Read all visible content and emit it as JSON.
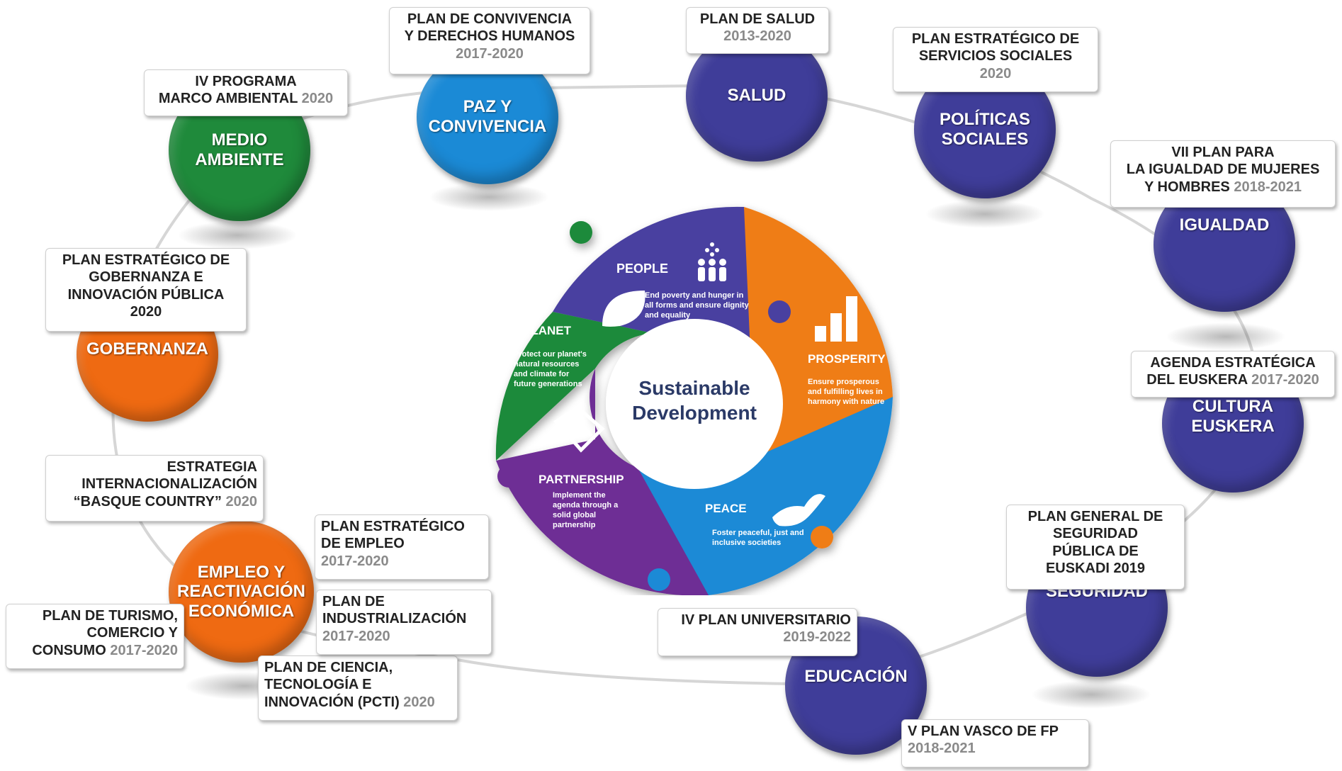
{
  "center": {
    "title_line1": "Sustainable",
    "title_line2": "Development"
  },
  "wheel": {
    "people": {
      "label": "PEOPLE",
      "desc": [
        "End poverty and hunger in",
        "all forms and ensure dignity",
        "and equality"
      ],
      "color": "#4a3fa0",
      "icon": "people-icon"
    },
    "prosperity": {
      "label": "PROSPERITY",
      "desc": [
        "Ensure prosperous",
        "and fulfilling lives in",
        "harmony with nature"
      ],
      "color": "#ef7d16",
      "icon": "bar-chart-icon"
    },
    "peace": {
      "label": "PEACE",
      "desc": [
        "Foster peaceful, just and",
        "inclusive societies"
      ],
      "color": "#1b8ad6",
      "icon": "dove-icon"
    },
    "partnership": {
      "label": "PARTNERSHIP",
      "desc": [
        "Implement the",
        "agenda through a",
        "solid global",
        "partnership"
      ],
      "color": "#6e2e95",
      "icon": "handshake-icon"
    },
    "planet": {
      "label": "PLANET",
      "desc": [
        "Protect our planet's",
        "natural resources",
        "and climate for",
        "future generations"
      ],
      "color": "#1f8a3b",
      "icon": "leaf-icon"
    }
  },
  "areas": {
    "medio_ambiente": {
      "l1": "MEDIO",
      "l2": "AMBIENTE"
    },
    "paz": {
      "l1": "PAZ Y",
      "l2": "CONVIVENCIA"
    },
    "salud": {
      "l1": "SALUD"
    },
    "politicas": {
      "l1": "POLÍTICAS",
      "l2": "SOCIALES"
    },
    "igualdad": {
      "l1": "IGUALDAD"
    },
    "cultura": {
      "l1": "CULTURA",
      "l2": "EUSKERA"
    },
    "seguridad": {
      "l1": "SEGURIDAD"
    },
    "educacion": {
      "l1": "EDUCACIÓN"
    },
    "empleo": {
      "l1": "EMPLEO Y",
      "l2": "REACTIVACIÓN",
      "l3": "ECONÓMICA"
    },
    "gobernanza": {
      "l1": "GOBERNANZA"
    }
  },
  "colors": {
    "green": "#1f8a3b",
    "blue": "#1b8ad6",
    "navy": "#3f3d99",
    "orange": "#ef6a12"
  },
  "plans": {
    "ambiental": {
      "l1": "IV PROGRAMA",
      "l2": "MARCO AMBIENTAL",
      "yr": "2020"
    },
    "convivencia": {
      "l1": "PLAN DE CONVIVENCIA",
      "l2": "Y DERECHOS HUMANOS",
      "yr": "2017-2020"
    },
    "salud": {
      "l1": "PLAN DE SALUD",
      "yr": "2013-2020"
    },
    "servicios": {
      "l1": "PLAN ESTRATÉGICO DE",
      "l2": "SERVICIOS SOCIALES",
      "yr": "2020"
    },
    "igualdad": {
      "l1": "VII PLAN PARA",
      "l2": "LA IGUALDAD DE MUJERES",
      "l3": "Y HOMBRES",
      "yr": "2018-2021"
    },
    "euskera": {
      "l1": "AGENDA ESTRATÉGICA",
      "l2": "DEL EUSKERA",
      "yr": "2017-2020"
    },
    "seguridad": {
      "l1": "PLAN  GENERAL DE",
      "l2": "SEGURIDAD",
      "l3": "PÚBLICA DE",
      "l4": "EUSKADI 2019"
    },
    "universitario": {
      "l1": "IV PLAN UNIVERSITARIO",
      "yr": "2019-2022"
    },
    "fp": {
      "l1": "V PLAN VASCO DE FP",
      "yr": "2018-2021"
    },
    "pcti": {
      "l1": "PLAN DE CIENCIA,",
      "l2": "TECNOLOGÍA E",
      "l3": "INNOVACIÓN (PCTI)",
      "yr": "2020"
    },
    "industrializacion": {
      "l1": "PLAN DE",
      "l2": "INDUSTRIALIZACIÓN",
      "yr": "2017-2020"
    },
    "empleo": {
      "l1": "PLAN ESTRATÉGICO",
      "l2": "DE EMPLEO",
      "yr": "2017-2020"
    },
    "turismo": {
      "l1": "PLAN DE TURISMO,",
      "l2": "COMERCIO Y",
      "l3": "CONSUMO",
      "yr": "2017-2020"
    },
    "internacionalizacion": {
      "l1": "ESTRATEGIA",
      "l2": "INTERNACIONALIZACIÓN",
      "l3": "“BASQUE COUNTRY”",
      "yr": "2020"
    },
    "gobernanza": {
      "l1": "PLAN ESTRATÉGICO DE",
      "l2": "GOBERNANZA E",
      "l3": "INNOVACIÓN PÚBLICA",
      "l4": "2020"
    }
  }
}
